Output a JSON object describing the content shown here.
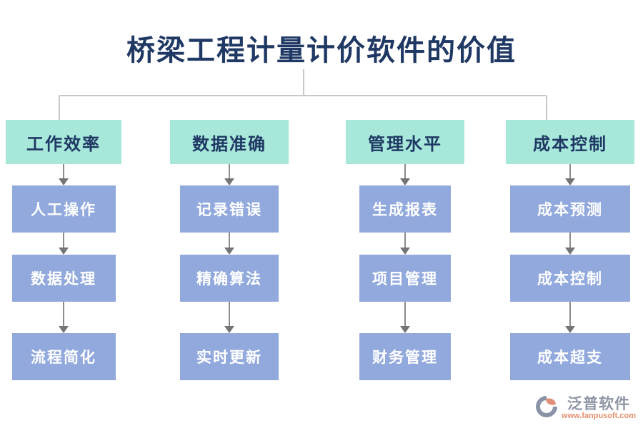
{
  "title": "桥梁工程计量计价软件的价值",
  "columns": [
    {
      "header": "工作效率",
      "items": [
        "人工操作",
        "数据处理",
        "流程简化"
      ]
    },
    {
      "header": "数据准确",
      "items": [
        "记录错误",
        "精确算法",
        "实时更新"
      ]
    },
    {
      "header": "管理水平",
      "items": [
        "生成报表",
        "项目管理",
        "财务管理"
      ]
    },
    {
      "header": "成本控制",
      "items": [
        "成本预测",
        "成本控制",
        "成本超支"
      ]
    }
  ],
  "branding": {
    "name": "泛普软件",
    "url": "www.fanpusoft.com"
  },
  "colors": {
    "title_text": "#1f3864",
    "header_bg": "#a7e8da",
    "header_text": "#1f3864",
    "node_bg": "#92a9dd",
    "node_text": "#ffffff",
    "connector_line": "#c8c8c8",
    "arrow": "#757575",
    "brand_name_text": "#8f95a5",
    "brand_url_text": "#e58f70"
  }
}
